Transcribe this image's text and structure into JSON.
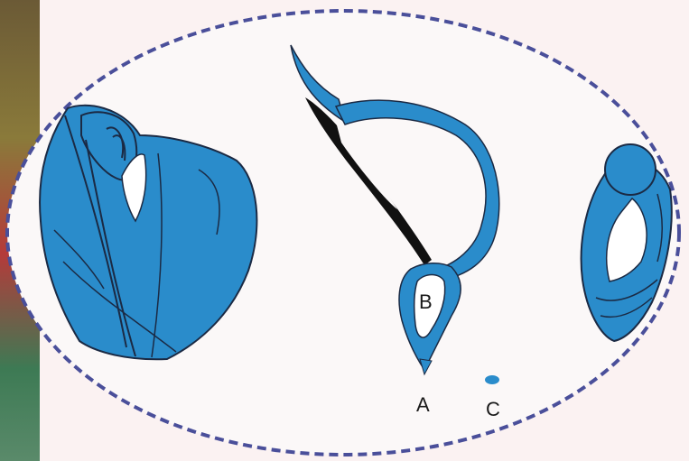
{
  "labels": {
    "a": "A",
    "b": "B",
    "c": "C"
  },
  "colors": {
    "fabric": "#2a8ccb",
    "outline": "#1b2a44",
    "needle": "#111111",
    "border": "#4a4f9a",
    "ellipse_fill": "#fbf8f8",
    "page_bg": "#fbf2f2"
  }
}
